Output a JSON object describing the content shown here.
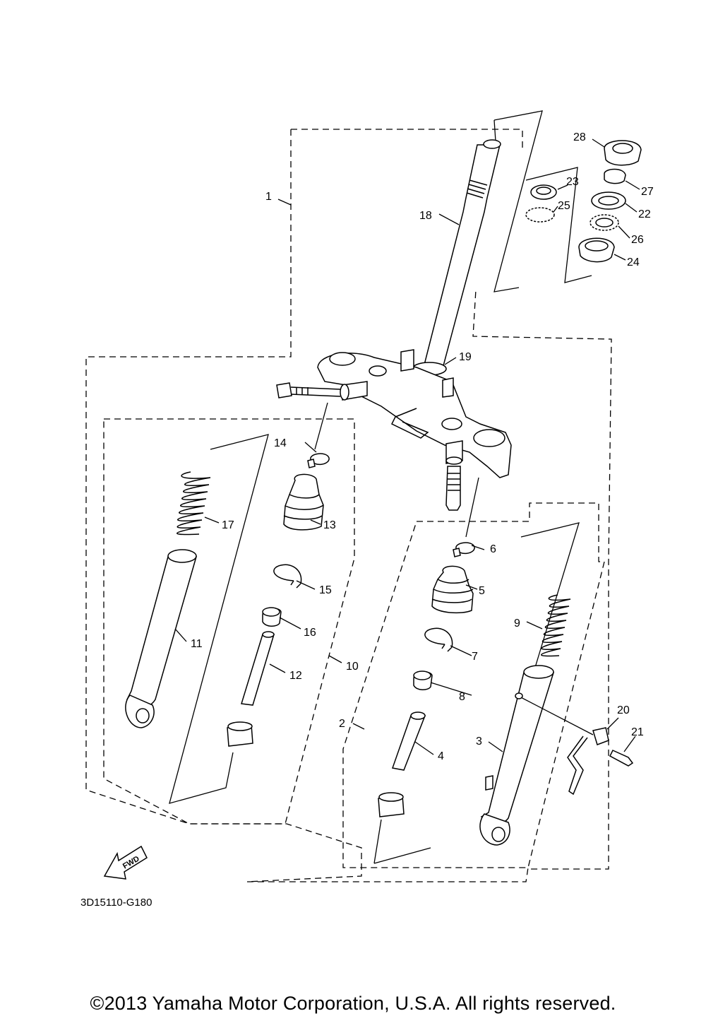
{
  "diagram": {
    "drawing_code": "3D15110-G180",
    "fwd_label": "FWD",
    "part_numbers": [
      "1",
      "2",
      "3",
      "4",
      "5",
      "6",
      "7",
      "8",
      "9",
      "10",
      "11",
      "12",
      "13",
      "14",
      "15",
      "16",
      "17",
      "18",
      "19",
      "20",
      "21",
      "22",
      "23",
      "24",
      "25",
      "26",
      "27",
      "28"
    ]
  },
  "footer": {
    "copyright": "©2013 Yamaha Motor Corporation, U.S.A. All rights reserved."
  }
}
